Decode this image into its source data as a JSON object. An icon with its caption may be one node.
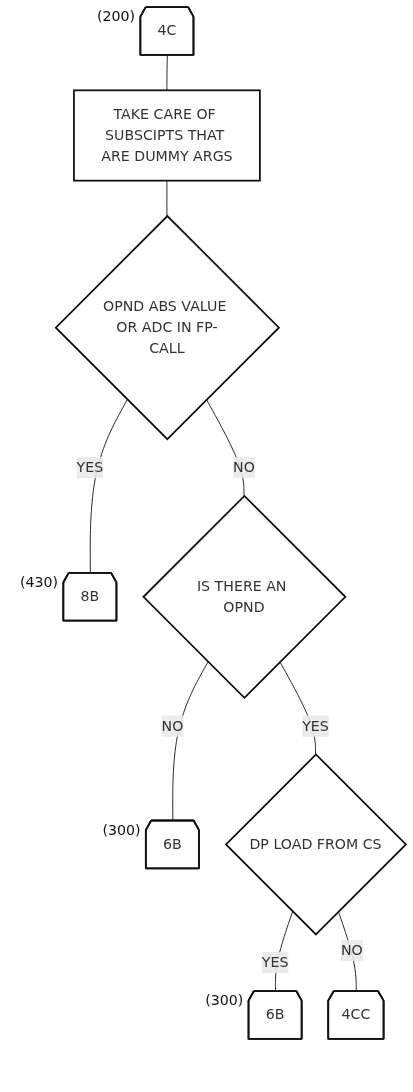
{
  "diagram": {
    "nodes": [
      {
        "text": [
          "4C"
        ],
        "beside": [
          "(200)"
        ]
      },
      {
        "text": [
          "TAKE CARE OF SUBSCIPTS THAT ARE DUMMY ARGS"
        ]
      },
      {
        "text": [
          "OPND ABS VALUE OR ADC IN FP-CALL"
        ]
      },
      {
        "text": [
          "8B"
        ],
        "beside": [
          "(430)"
        ]
      },
      {
        "text": [
          "IS THERE AN OPND"
        ]
      },
      {
        "text": [
          "6B"
        ],
        "beside": [
          "(300)"
        ]
      },
      {
        "text": [
          "DP LOAD FROM CS"
        ]
      },
      {
        "text": [
          "6B"
        ],
        "beside": [
          "(300)"
        ]
      },
      {
        "text": [
          "4CC"
        ]
      }
    ],
    "edges": [
      {
        "from": 0,
        "to": 1,
        "arrow": "none"
      },
      {
        "from": 1,
        "to": 2,
        "arrow": "none"
      },
      {
        "from": 2,
        "to": 3,
        "label": "YES",
        "arrow": "none"
      },
      {
        "from": 2,
        "to": 4,
        "label": "NO",
        "arrow": "none"
      },
      {
        "from": 4,
        "to": 5,
        "label": "NO",
        "arrow": "none"
      },
      {
        "from": 4,
        "to": 6,
        "label": "YES",
        "arrow": "none"
      },
      {
        "from": 6,
        "to": 7,
        "label": "YES",
        "arrow": "none"
      },
      {
        "from": 6,
        "to": 8,
        "label": "NO",
        "arrow": "none"
      }
    ]
  }
}
